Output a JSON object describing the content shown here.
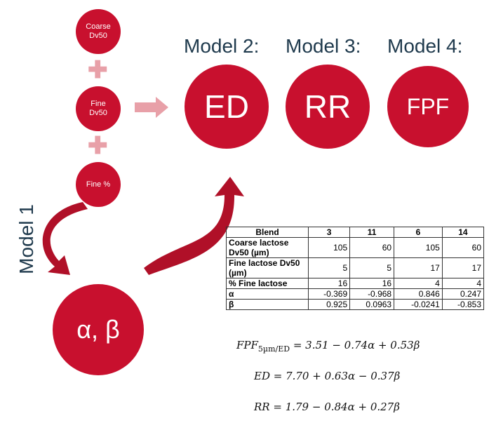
{
  "inputs": [
    {
      "label": "Coarse Dv50"
    },
    {
      "label": "Fine Dv50"
    },
    {
      "label": "Fine %"
    }
  ],
  "models": [
    {
      "title": "Model 2:",
      "label": "ED"
    },
    {
      "title": "Model 3:",
      "label": "RR"
    },
    {
      "title": "Model 4:",
      "label": "FPF"
    }
  ],
  "model1": {
    "title": "Model 1",
    "label": "α, β"
  },
  "table": {
    "header": [
      "Blend",
      "3",
      "11",
      "6",
      "14"
    ],
    "rows": [
      [
        "Coarse lactose Dv50 (µm)",
        "105",
        "60",
        "105",
        "60"
      ],
      [
        "Fine lactose Dv50 (µm)",
        "5",
        "5",
        "17",
        "17"
      ],
      [
        "% Fine lactose",
        "16",
        "16",
        "4",
        "4"
      ],
      [
        "α",
        "-0.369",
        "-0.968",
        "0.846",
        "0.247"
      ],
      [
        "β",
        "0.925",
        "0.0963",
        "-0.0241",
        "-0.853"
      ]
    ]
  },
  "equations": {
    "fpf_lhs": "FPF",
    "fpf_sub": "5µm/ED",
    "fpf_rhs": " = 3.51 − 0.74α + 0.53β",
    "ed": "ED = 7.70 + 0.63α − 0.37β",
    "rr": "RR = 1.79 − 0.84α + 0.27β"
  },
  "colors": {
    "circle": "#c8102e",
    "arrow_light": "#e8a0a8",
    "text": "#1f3a4d"
  }
}
